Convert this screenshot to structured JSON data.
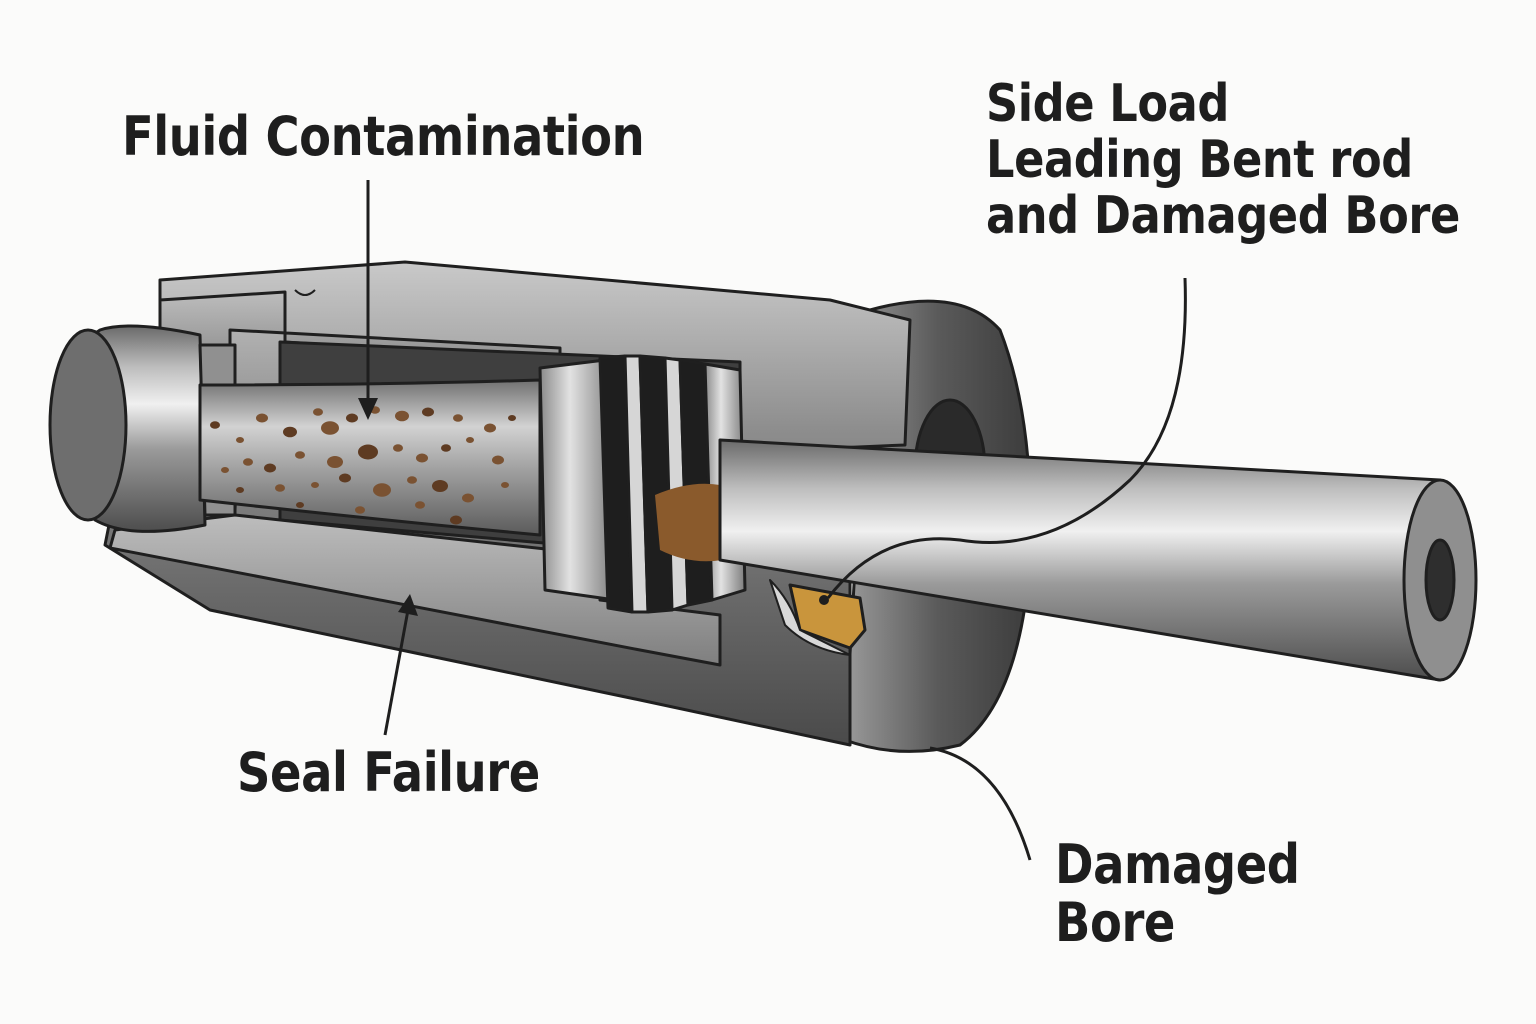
{
  "labels": {
    "fluid_contamination": "Fluid Contamination",
    "side_load_line1": "Side Load",
    "side_load_line2": "Leading Bent rod",
    "side_load_line3": "and Damaged Bore",
    "seal_failure": "Seal Failure",
    "damaged_bore_line1": "Damaged",
    "damaged_bore_line2": "Bore"
  },
  "colors": {
    "steel_light": "#e4e4e4",
    "steel_mid": "#a9a9a9",
    "steel_dark": "#5e5e5e",
    "outline": "#1f1f1f",
    "contamination": "#7a5232",
    "damage": "#c8963a",
    "background": "#fbfbfa"
  }
}
